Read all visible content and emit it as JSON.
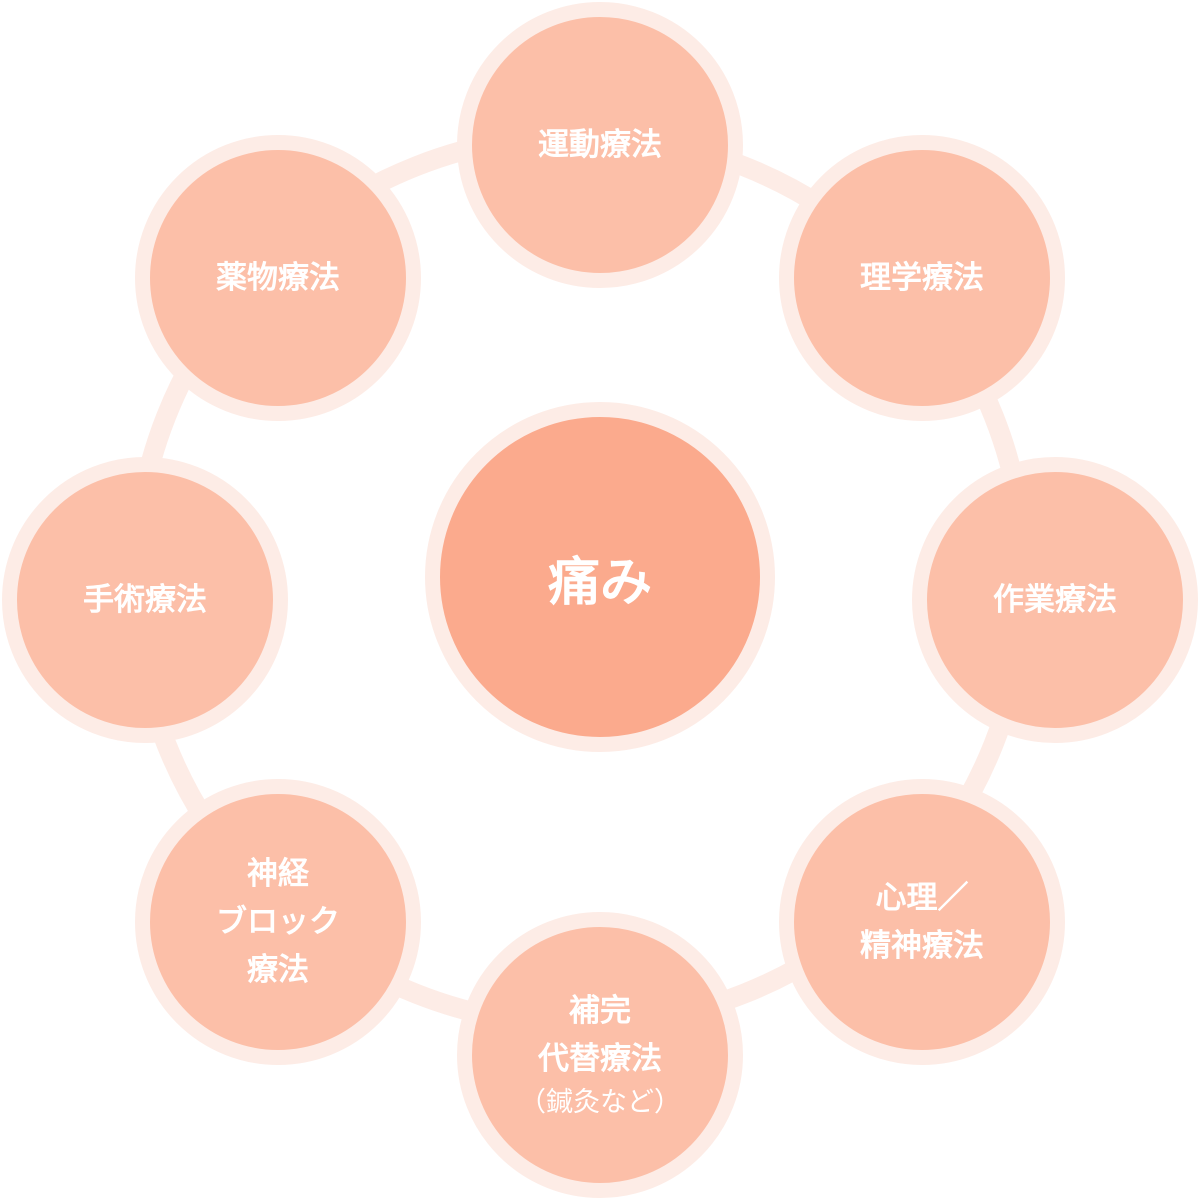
{
  "center": {
    "label": "痛み"
  },
  "nodes": {
    "exercise": {
      "line1": "運動療法"
    },
    "physical": {
      "line1": "理学療法"
    },
    "occupational": {
      "line1": "作業療法"
    },
    "psych": {
      "line1": "心理／",
      "line2": "精神療法"
    },
    "complementary": {
      "line1": "補完",
      "line2": "代替療法",
      "sub": "（鍼灸など）"
    },
    "nerve_block": {
      "line1": "神経",
      "line2": "ブロック",
      "line3": "療法"
    },
    "surgery": {
      "line1": "手術療法"
    },
    "drug": {
      "line1": "薬物療法"
    }
  },
  "colors": {
    "halo": "#fdece6",
    "node_fill": "#fcbfa8",
    "center_fill": "#fbaa8d",
    "text": "#ffffff"
  }
}
